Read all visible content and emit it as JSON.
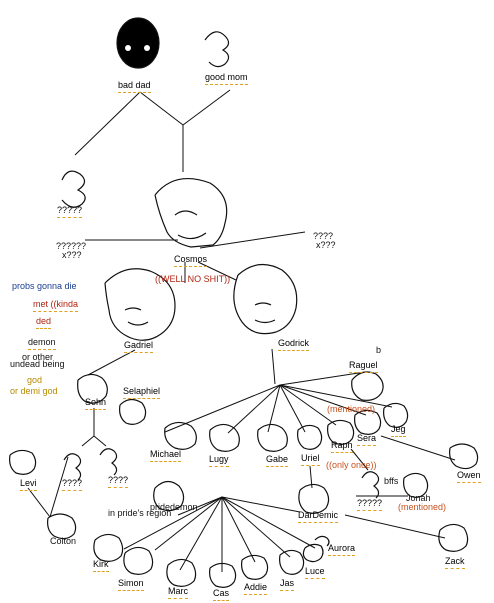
{
  "colors": {
    "underline": "#e0a020",
    "red_note": "#b02410",
    "blue_note": "#1a3f8f",
    "gold_note": "#b88a00",
    "orange_note": "#c8501e",
    "line": "#111111"
  },
  "tree": {
    "bad_dad": "bad dad",
    "good_mom": "good mom",
    "unknown_left": "?????",
    "cosmos": "Cosmos",
    "unknown_right_1": "????",
    "unknown_right_2": "x???",
    "unknown_left2_1": "??????",
    "unknown_left2_2": "x???",
    "well_no_shit": "((WELL NO SHIT))",
    "gadriel": "Gadriel",
    "godrick": "Godrick",
    "raguel": "Raguel",
    "sohn": "Sohn",
    "selaphiel": "Selaphiel",
    "michael": "Michael",
    "lugy": "Lugy",
    "gabe": "Gabe",
    "uriel": "Uriel",
    "raph": "Raph",
    "sera": "Sera",
    "jeg": "Jeg",
    "owen": "Owen",
    "mentioned_1": "(mentioned)",
    "only_once": "((only once))",
    "unknown_raph": "?????",
    "bffs": "bffs",
    "jonah": "Jonah",
    "mentioned_2": "(mentioned)",
    "levi": "Levi",
    "unknown_sohn": "????",
    "unknown_sohn2": "????",
    "colton": "Colton",
    "in_prides_region": "in pride's region",
    "prideDemon": "pridedemon",
    "dardemic": "DarDemic",
    "aurora": "Aurora",
    "zack": "Zack",
    "kirk": "Kirk",
    "simon": "Simon",
    "marc": "Marc",
    "cas": "Cas",
    "addie": "Addie",
    "jas": "Jas",
    "luce": "Luce",
    "b": "b"
  },
  "gadriel_notes": {
    "line1": "probs gonna die",
    "line2": "met ((kinda",
    "line3": "ded",
    "line4": "demon",
    "line5": "or other",
    "line6": "undead being",
    "line7": "god",
    "line8": "or demi god"
  }
}
